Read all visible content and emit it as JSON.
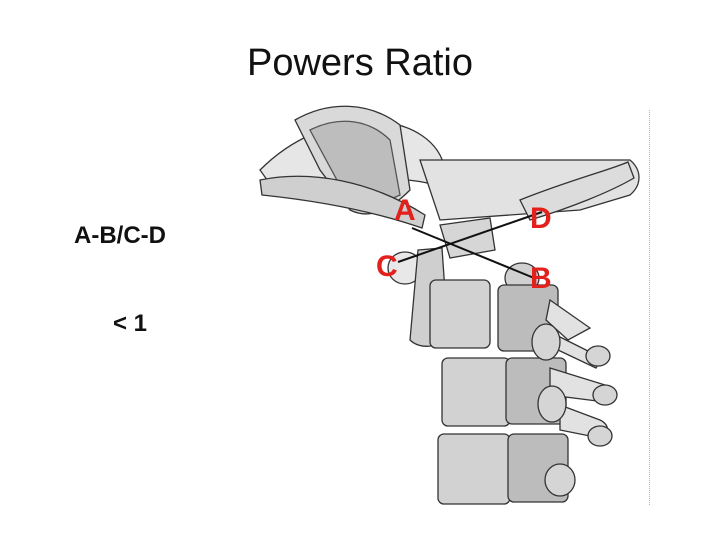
{
  "slide": {
    "title": "Powers Ratio",
    "formula": "A-B/C-D",
    "value": "< 1"
  },
  "diagram": {
    "labels": {
      "a": "A",
      "b": "B",
      "c": "C",
      "d": "D"
    },
    "label_color": "#e3211c",
    "line_color": "#111111",
    "illustration": "cervical-spine-sketch"
  }
}
